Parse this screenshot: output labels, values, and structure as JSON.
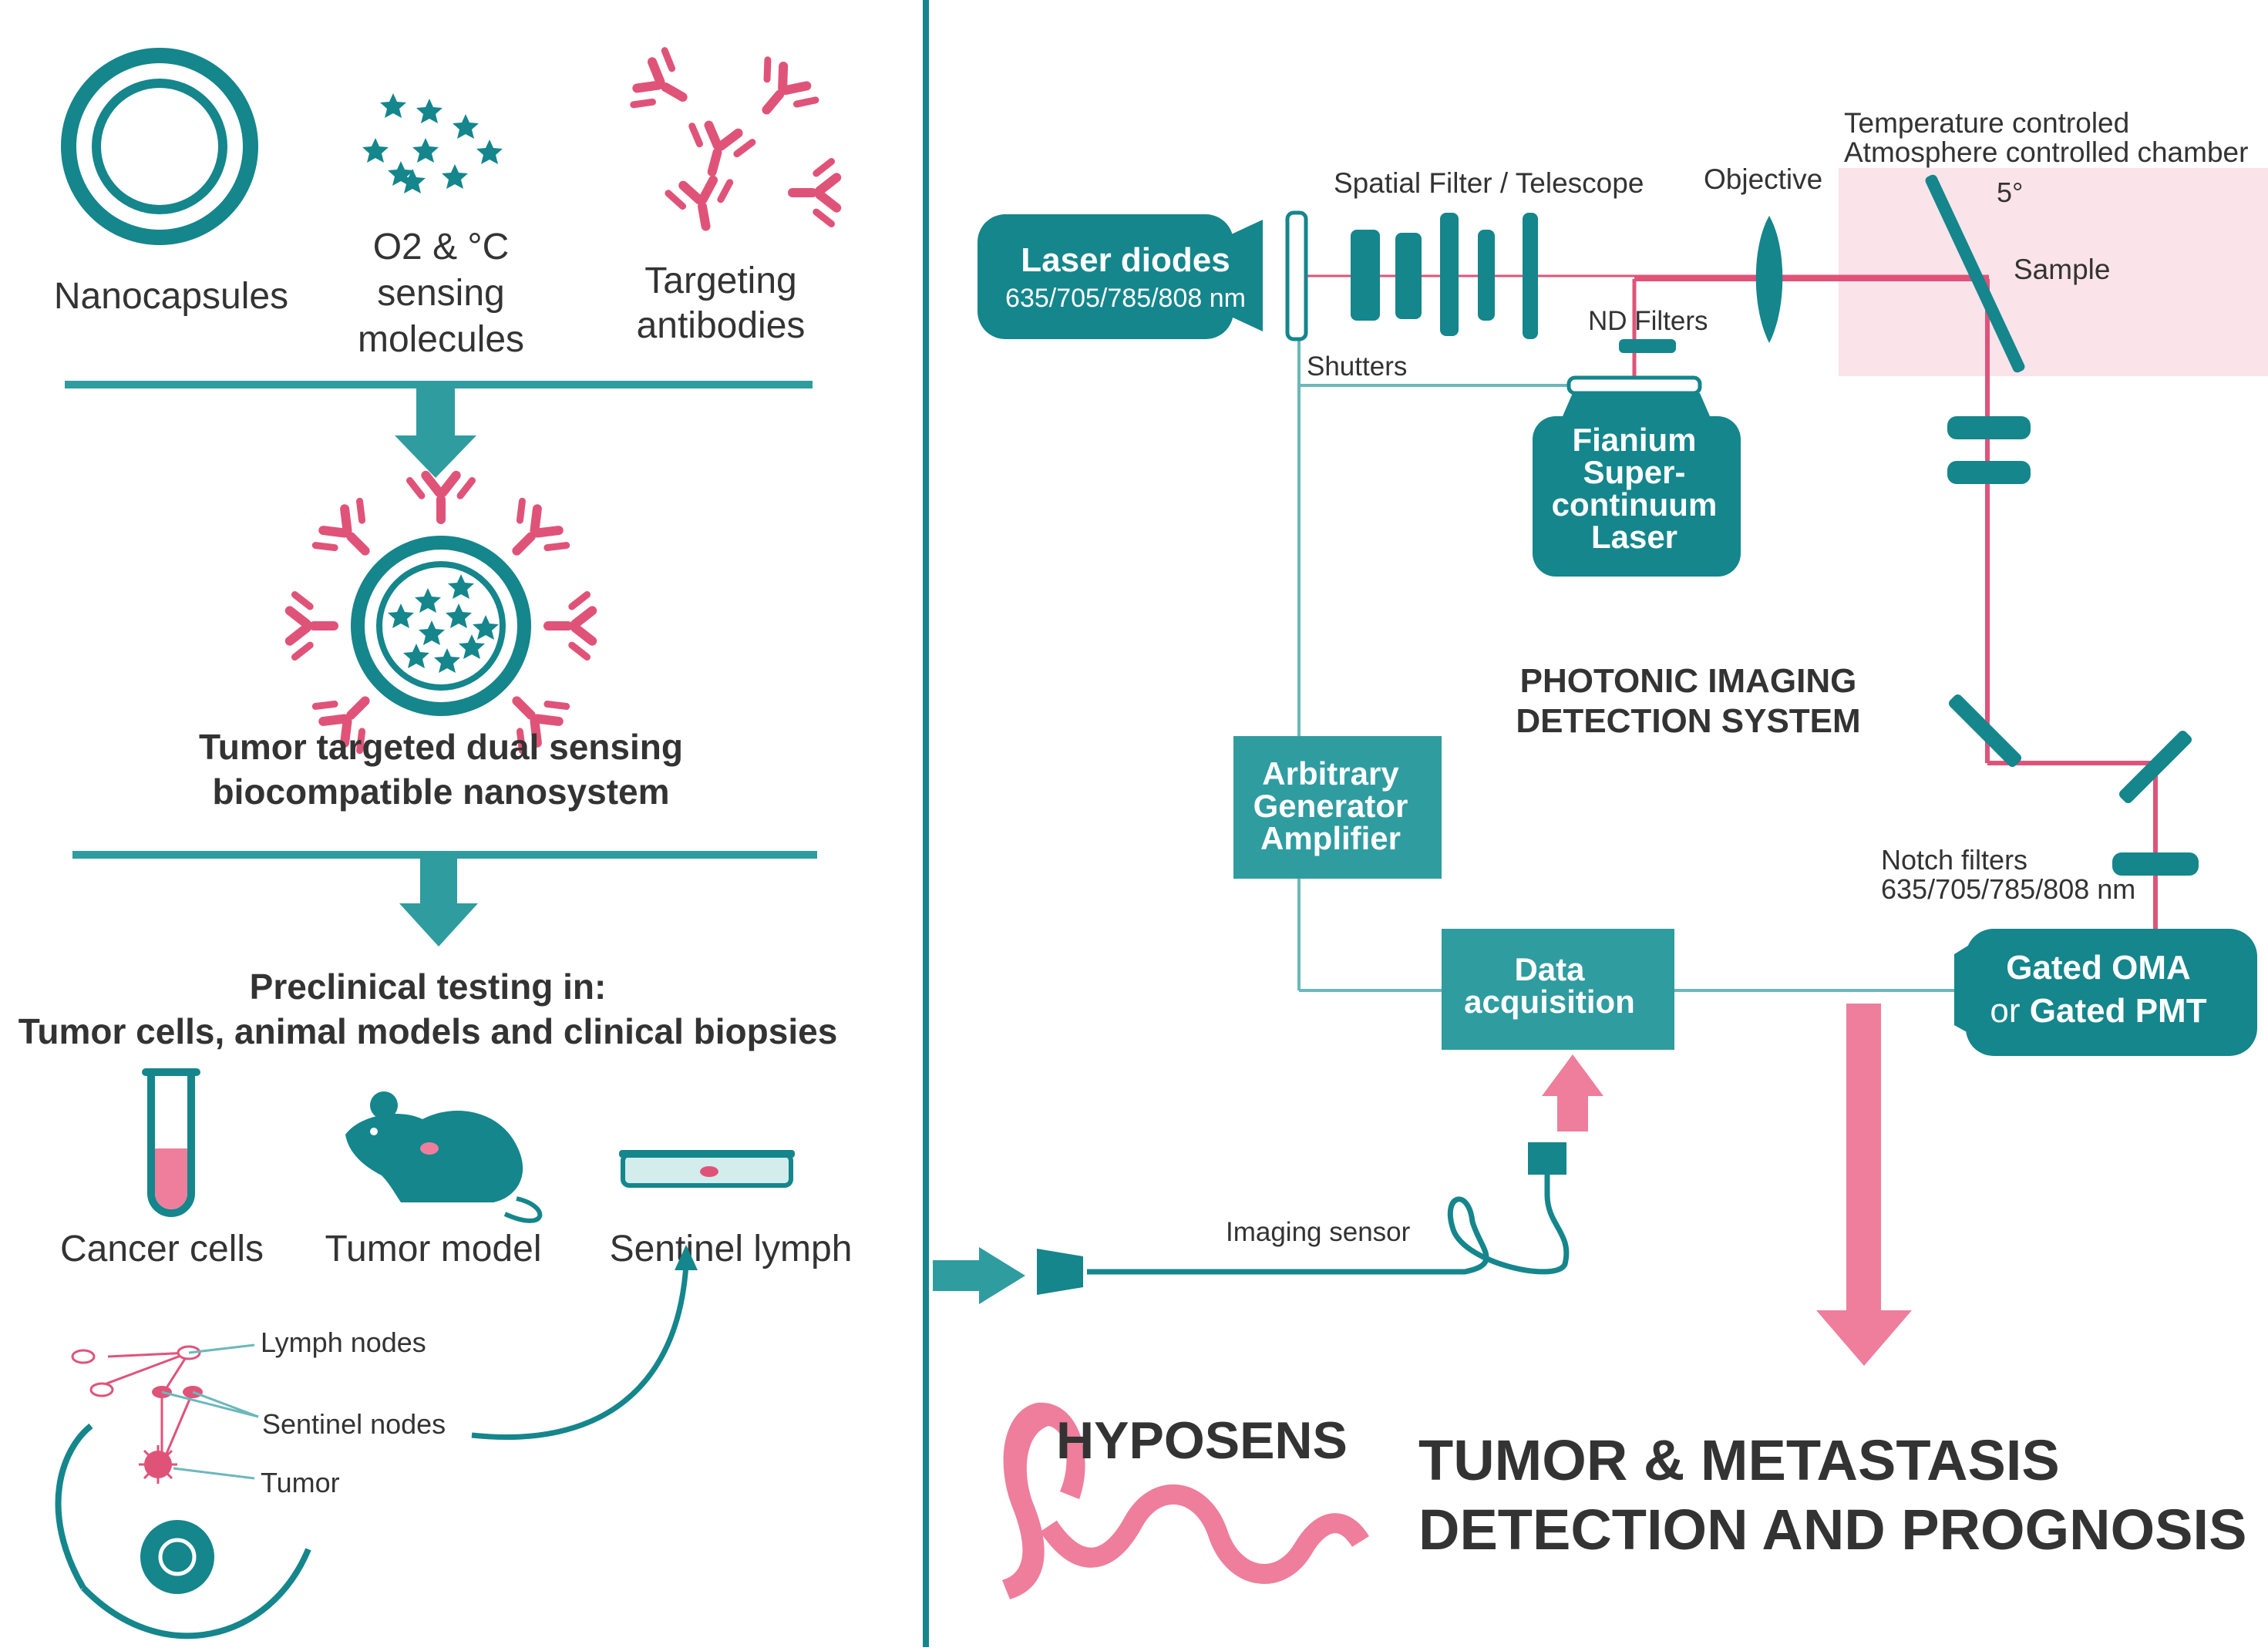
{
  "colors": {
    "teal": "#14868c",
    "teal_box": "#2f9ca0",
    "teal_line": "#6bb8bb",
    "pink": "#e05379",
    "pink_arrow": "#ee7e9c",
    "chamber": "#fbe3ea",
    "text": "#333333"
  },
  "left_panel": {
    "components": {
      "nanocapsules": "Nanocapsules",
      "sensing_line1": "O2 & °C",
      "sensing_line2": "sensing",
      "sensing_line3": "molecules",
      "antibodies_line1": "Targeting",
      "antibodies_line2": "antibodies"
    },
    "nanosystem": {
      "line1": "Tumor targeted dual sensing",
      "line2": "biocompatible nanosystem"
    },
    "preclinical": {
      "line1": "Preclinical testing in:",
      "line2": "Tumor cells, animal models and clinical biopsies"
    },
    "models": {
      "cancer_cells": "Cancer cells",
      "tumor_model": "Tumor model",
      "sentinel_lymph": "Sentinel lymph"
    },
    "anatomy": {
      "lymph_nodes": "Lymph nodes",
      "sentinel_nodes": "Sentinel nodes",
      "tumor": "Tumor"
    }
  },
  "right_panel": {
    "laser_diodes": {
      "title": "Laser diodes",
      "wavelengths": "635/705/785/808 nm"
    },
    "spatial_filter": "Spatial Filter / Telescope",
    "objective": "Objective",
    "chamber_line1": "Temperature controled",
    "chamber_line2": "Atmosphere controlled chamber",
    "angle": "5°",
    "sample": "Sample",
    "nd_filters": "ND Filters",
    "shutters": "Shutters",
    "fianium": {
      "line1": "Fianium",
      "line2": "Super-",
      "line3": "continuum",
      "line4": "Laser"
    },
    "system_title_line1": "PHOTONIC IMAGING",
    "system_title_line2": "DETECTION SYSTEM",
    "generator": {
      "line1": "Arbitrary",
      "line2": "Generator",
      "line3": "Amplifier"
    },
    "notch_line1": "Notch filters",
    "notch_line2": "635/705/785/808 nm",
    "data_acquisition": {
      "line1": "Data",
      "line2": "acquisition"
    },
    "gated": {
      "line1": "Gated OMA",
      "line2_prefix": "or ",
      "line2_bold": "Gated PMT"
    },
    "imaging_sensor": "Imaging sensor",
    "brand": "HYPOSENS",
    "outcome_line1": "TUMOR & METASTASIS",
    "outcome_line2": "DETECTION AND PROGNOSIS"
  }
}
